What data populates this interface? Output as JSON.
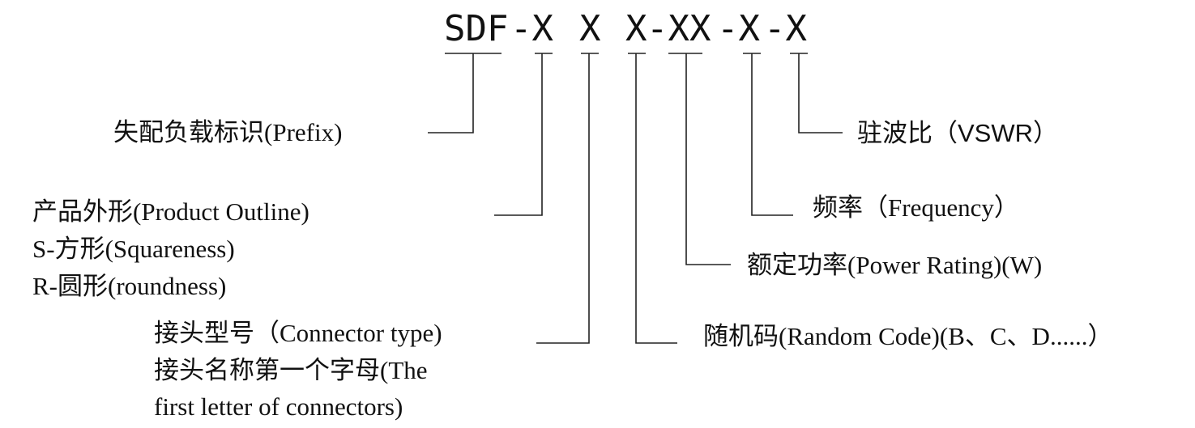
{
  "model_code": {
    "segments": [
      "SDF",
      "-X",
      "X",
      "X",
      "-XX",
      "-X",
      "-X"
    ]
  },
  "labels": {
    "prefix": "失配负载标识(Prefix)",
    "outline_title": "产品外形(Product Outline)",
    "outline_square": "S-方形(Squareness)",
    "outline_round": "R-圆形(roundness)",
    "connector_title": "接头型号（Connector type)",
    "connector_desc_1": "接头名称第一个字母(The",
    "connector_desc_2": "first letter of connectors)",
    "vswr": "驻波比（VSWR）",
    "frequency": "频率（Frequency）",
    "power": "额定功率(Power Rating)(W)",
    "random": "随机码(Random Code)(B、C、D......）"
  }
}
